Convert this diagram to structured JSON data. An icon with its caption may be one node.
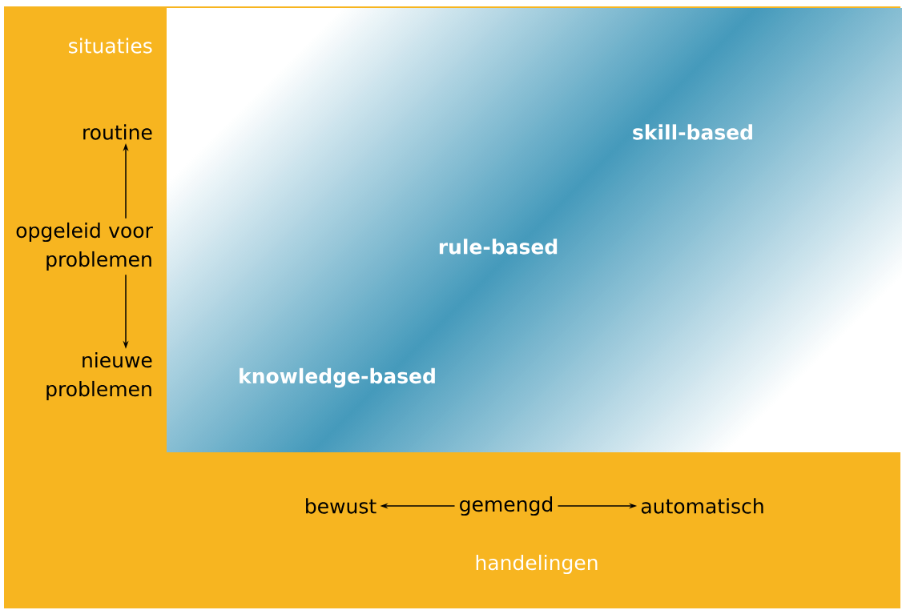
{
  "diagram": {
    "nodes": [
      {
        "text": [
          "routine"
        ]
      },
      {
        "text": [
          "opgeleid voor problemen"
        ]
      },
      {
        "text": [
          "nieuwe problemen"
        ]
      },
      {
        "text": [
          "skill-based",
          "rule-based",
          "knowledge-based"
        ]
      },
      {
        "text": [
          "bewust"
        ]
      },
      {
        "text": [
          "gemengd"
        ]
      },
      {
        "text": [
          "automatisch"
        ]
      }
    ],
    "edges": [
      {
        "from": 1,
        "to": 0,
        "arrow": "to"
      },
      {
        "from": 1,
        "to": 2,
        "arrow": "to"
      },
      {
        "from": 5,
        "to": 4,
        "arrow": "to"
      },
      {
        "from": 5,
        "to": 6,
        "arrow": "to"
      }
    ],
    "labels": [
      "situaties",
      "handelingen"
    ]
  }
}
